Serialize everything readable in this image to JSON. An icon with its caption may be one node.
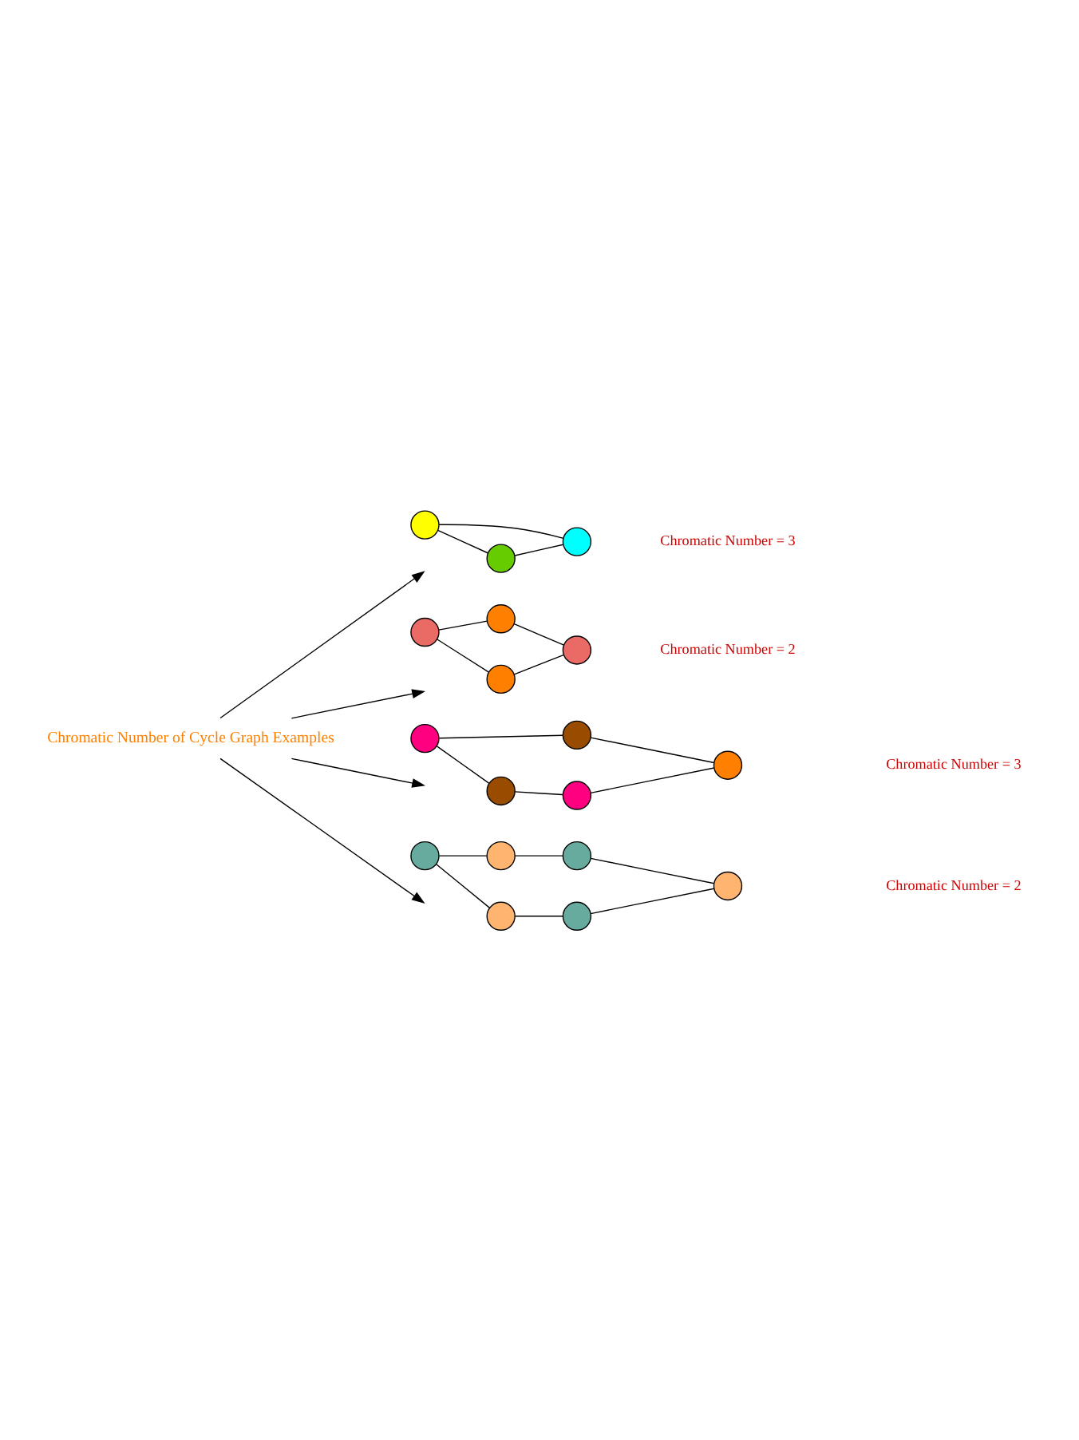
{
  "diagram": {
    "nodes": [
      {
        "text": [
          "Chromatic Number of Cycle Graph Examples"
        ]
      },
      {
        "text": [],
        "shape": "circle"
      },
      {
        "text": [],
        "shape": "circle"
      },
      {
        "text": [],
        "shape": "circle"
      },
      {
        "text": [],
        "shape": "circle"
      },
      {
        "text": [],
        "shape": "circle"
      },
      {
        "text": [],
        "shape": "circle"
      },
      {
        "text": [],
        "shape": "circle"
      },
      {
        "text": [],
        "shape": "circle"
      },
      {
        "text": [],
        "shape": "circle"
      },
      {
        "text": [],
        "shape": "circle"
      },
      {
        "text": [],
        "shape": "circle"
      },
      {
        "text": [],
        "shape": "circle"
      },
      {
        "text": [],
        "shape": "circle"
      },
      {
        "text": [],
        "shape": "circle"
      },
      {
        "text": [],
        "shape": "circle"
      },
      {
        "text": [],
        "shape": "circle"
      },
      {
        "text": [],
        "shape": "circle"
      },
      {
        "text": [],
        "shape": "circle"
      }
    ],
    "edges": [
      {
        "from": 0,
        "to": null,
        "arrow": "to"
      },
      {
        "from": 0,
        "to": null,
        "arrow": "to"
      },
      {
        "from": 0,
        "to": null,
        "arrow": "to"
      },
      {
        "from": 0,
        "to": null,
        "arrow": "to"
      },
      {
        "from": 1,
        "to": 2,
        "arrow": "none"
      },
      {
        "from": 1,
        "to": 3,
        "arrow": "none"
      },
      {
        "from": 2,
        "to": 3,
        "arrow": "none"
      },
      {
        "from": 4,
        "to": 5,
        "arrow": "none"
      },
      {
        "from": 4,
        "to": 6,
        "arrow": "none"
      },
      {
        "from": 5,
        "to": 7,
        "arrow": "none"
      },
      {
        "from": 6,
        "to": 7,
        "arrow": "none"
      },
      {
        "from": 8,
        "to": 9,
        "arrow": "none"
      },
      {
        "from": 8,
        "to": 10,
        "arrow": "none"
      },
      {
        "from": 9,
        "to": 11,
        "arrow": "none"
      },
      {
        "from": 10,
        "to": 12,
        "arrow": "none"
      },
      {
        "from": 11,
        "to": 12,
        "arrow": "none"
      },
      {
        "from": 13,
        "to": 14,
        "arrow": "none"
      },
      {
        "from": 13,
        "to": 15,
        "arrow": "none"
      },
      {
        "from": 14,
        "to": 16,
        "arrow": "none"
      },
      {
        "from": 15,
        "to": 17,
        "arrow": "none"
      },
      {
        "from": 16,
        "to": 18,
        "arrow": "none"
      },
      {
        "from": 17,
        "to": 18,
        "arrow": "none"
      }
    ],
    "labels": [
      "Chromatic Number = 3",
      "Chromatic Number = 2",
      "Chromatic Number = 3",
      "Chromatic Number = 2"
    ]
  }
}
